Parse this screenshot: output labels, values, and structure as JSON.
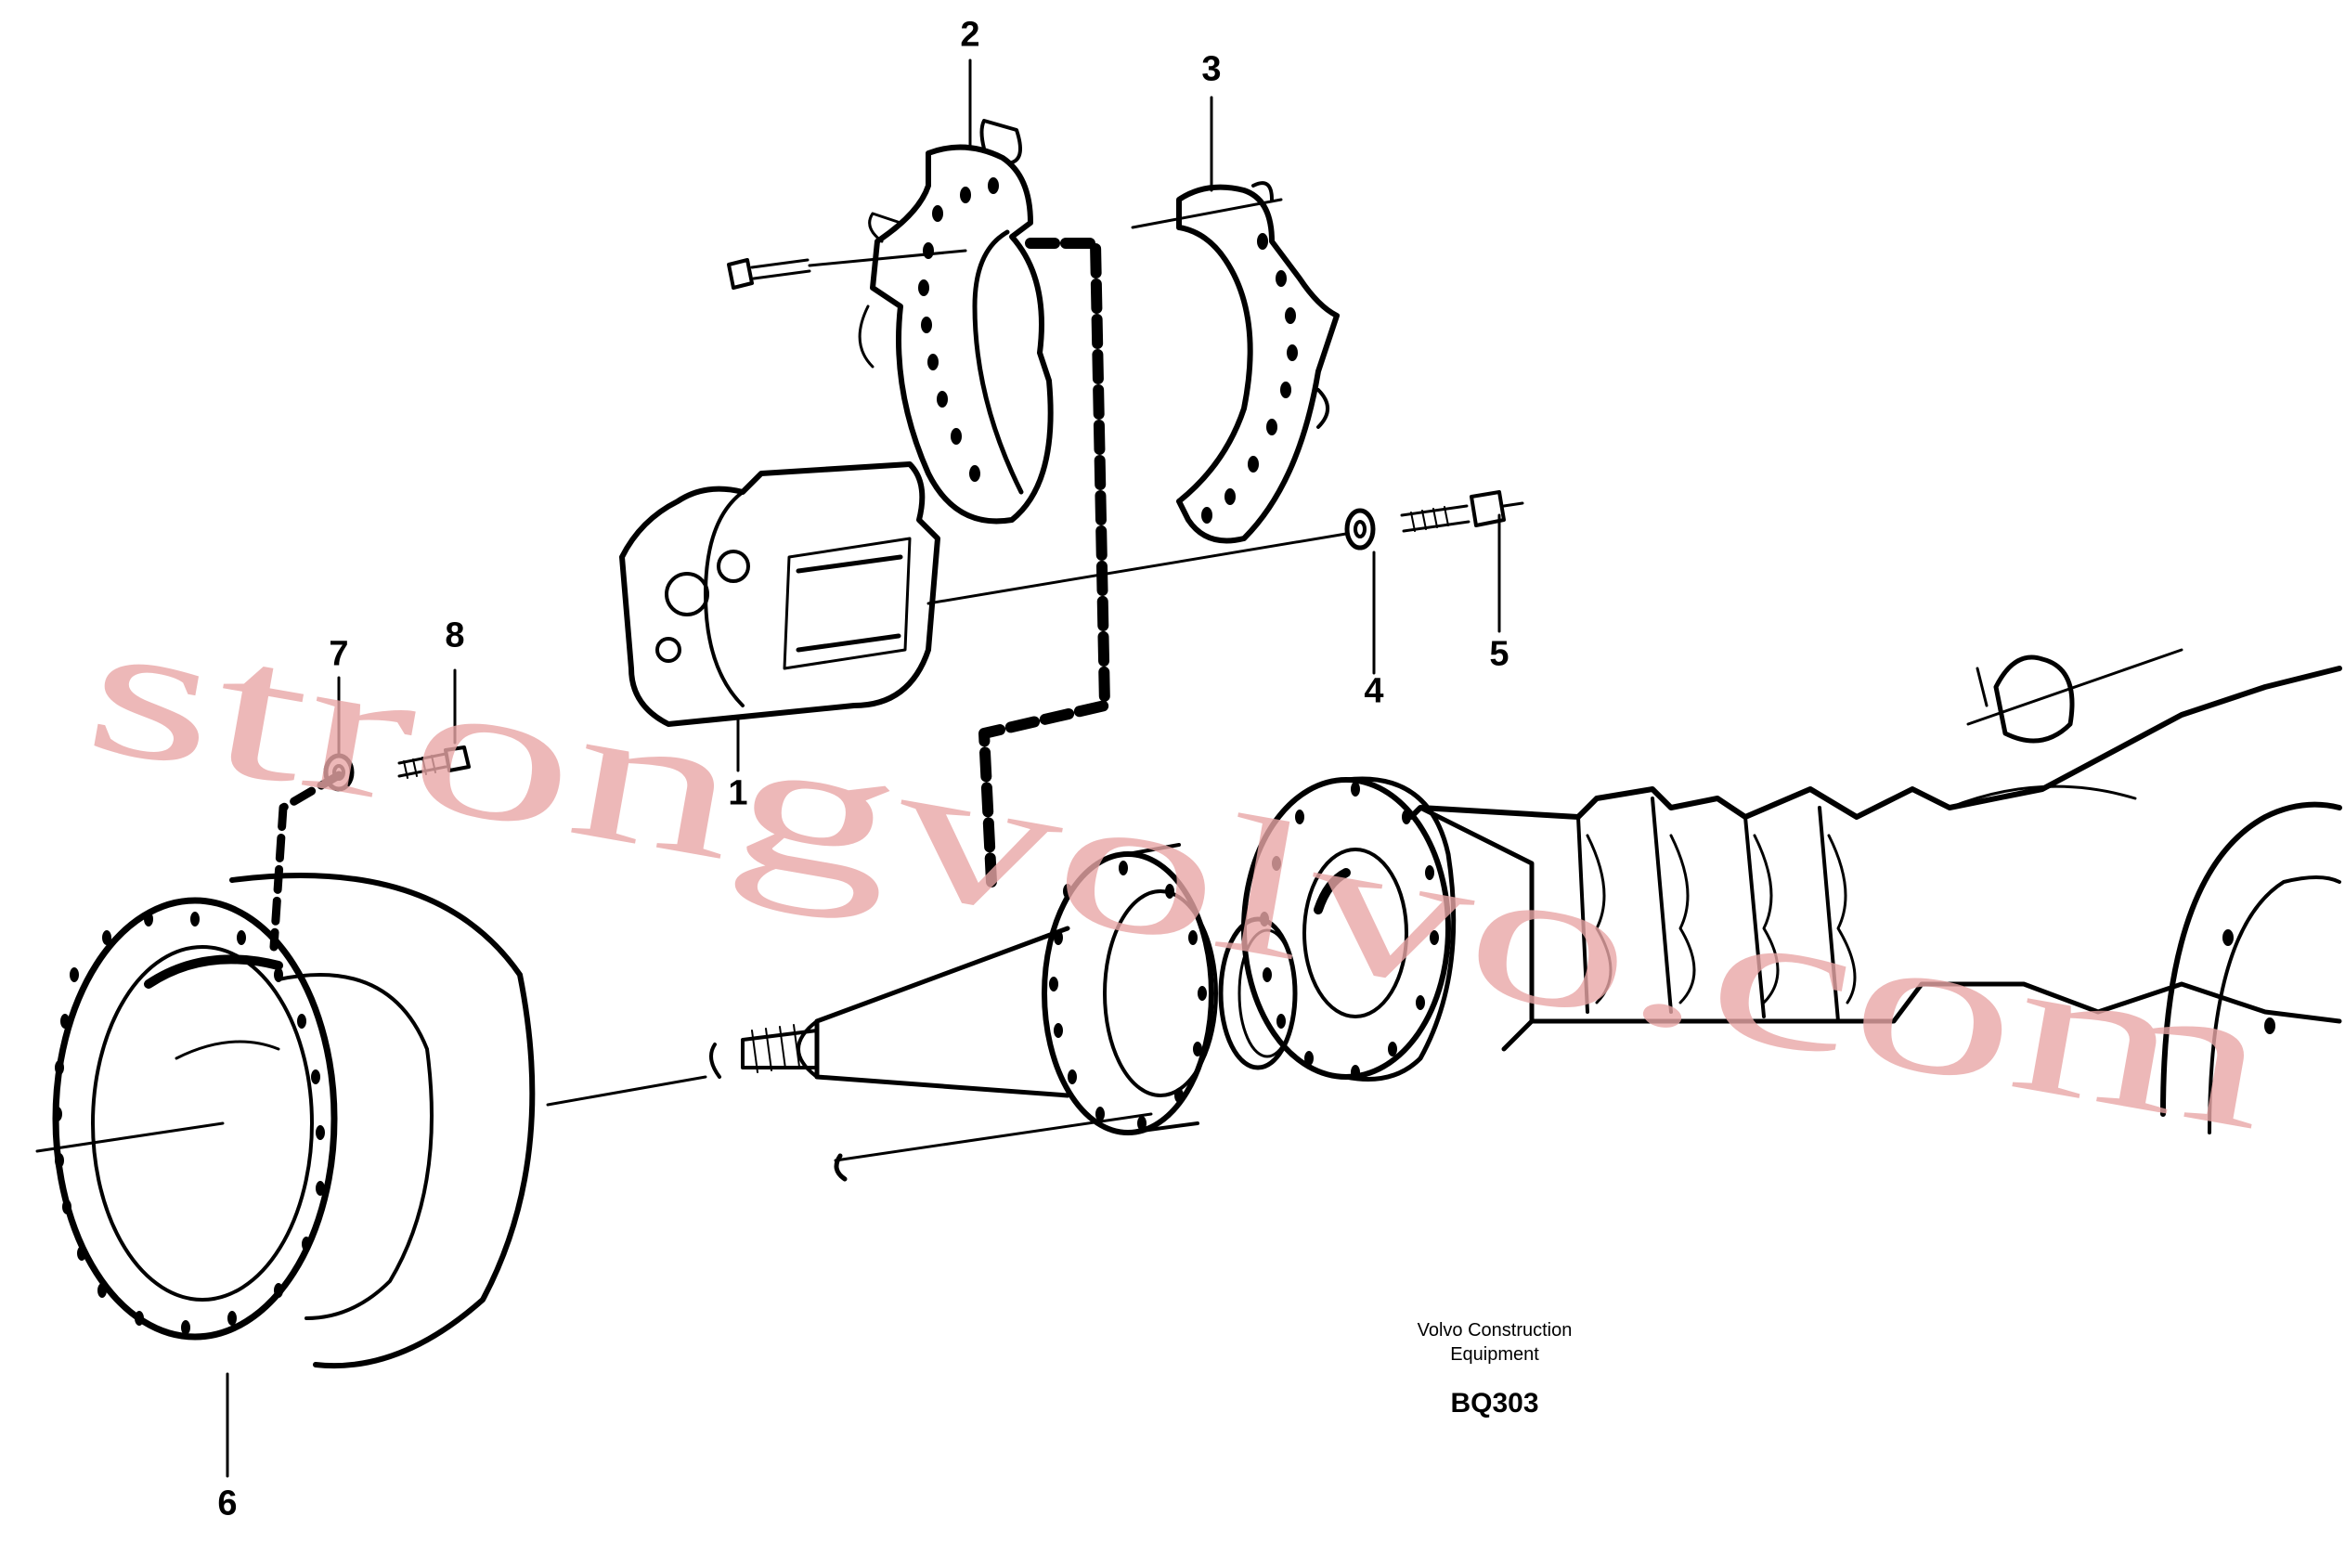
{
  "diagram": {
    "callouts": [
      "1",
      "2",
      "3",
      "4",
      "5",
      "6",
      "7",
      "8"
    ],
    "manufacturer_line1": "Volvo Construction",
    "manufacturer_line2": "Equipment",
    "reference_code": "BQ303",
    "watermark": "strongvolvo.com",
    "colors": {
      "line": "#000000",
      "watermark": "#e8a6a6",
      "background": "#ffffff"
    }
  }
}
